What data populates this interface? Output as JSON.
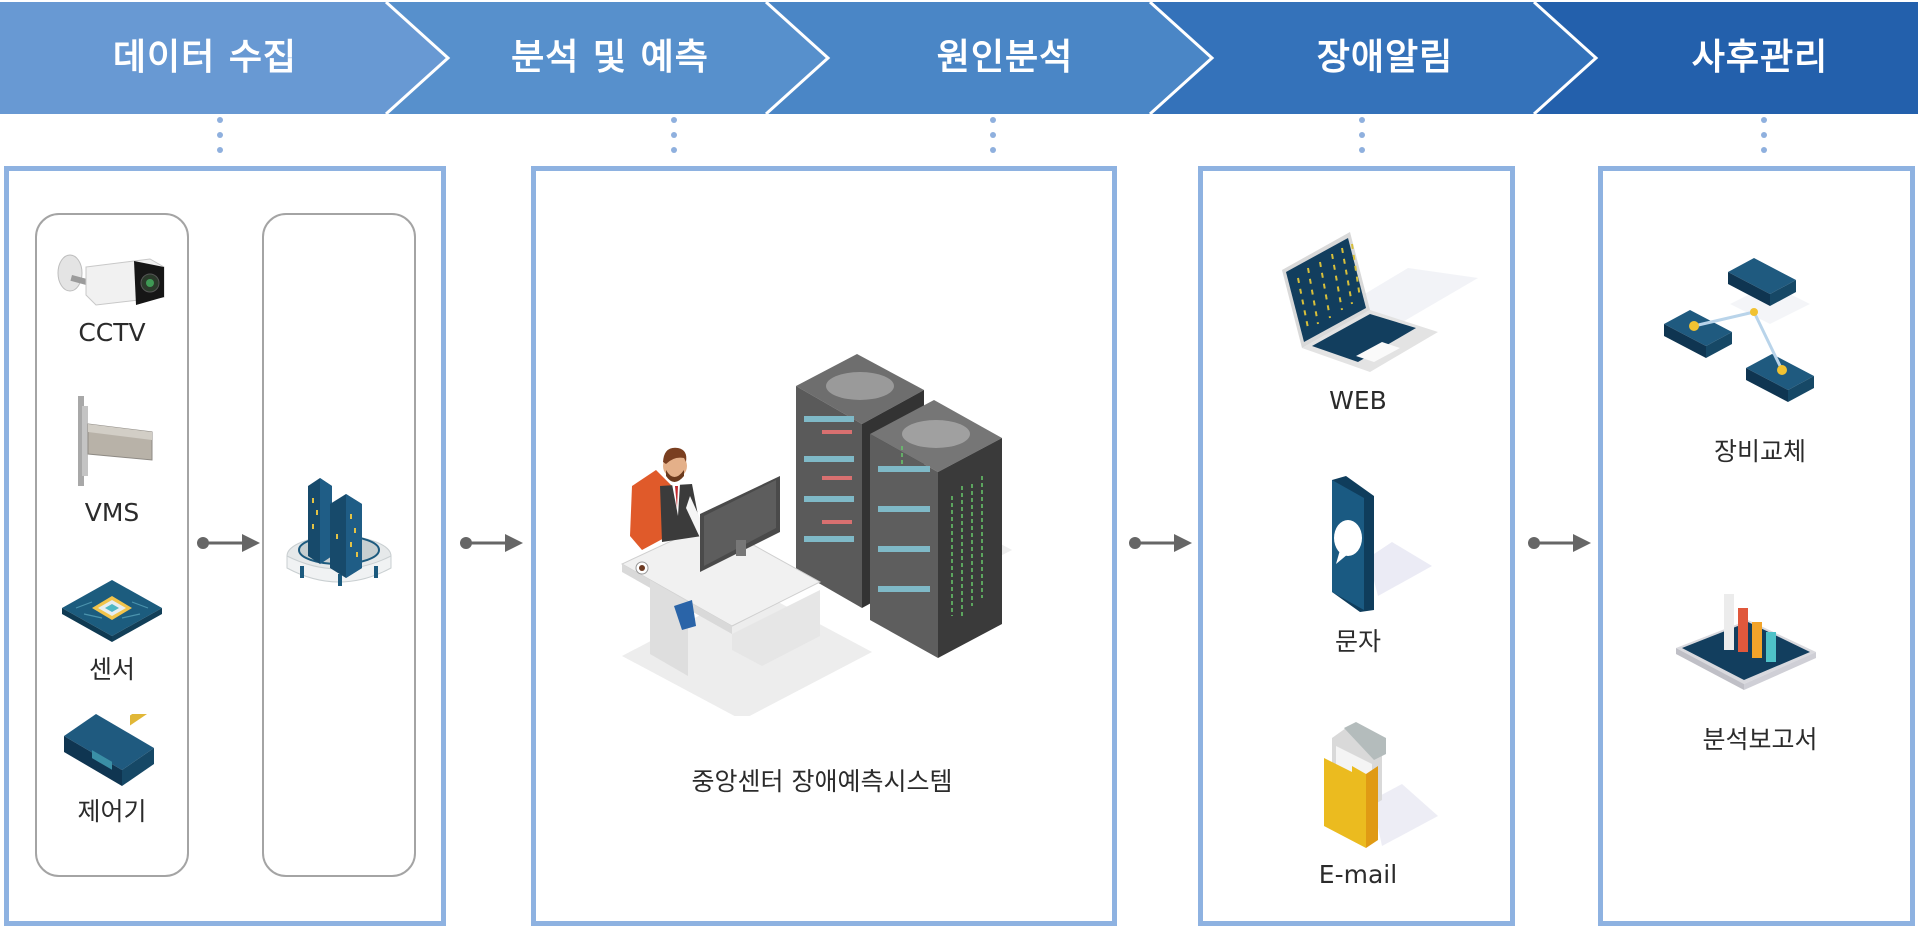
{
  "stages": [
    {
      "label": "데이터 수집"
    },
    {
      "label": "분석 및 예측"
    },
    {
      "label": "원인분석"
    },
    {
      "label": "장애알림"
    },
    {
      "label": "사후관리"
    }
  ],
  "colors": {
    "stage_fills": [
      "#6899d3",
      "#5790cc",
      "#4a86c6",
      "#3472ba",
      "#2360ac"
    ],
    "panel_border": "#8eb2e1",
    "connector_dots": "#8fb0de",
    "arrow": "#666666"
  },
  "collection": {
    "sources": [
      {
        "label": "CCTV",
        "icon": "cctv-camera-icon"
      },
      {
        "label": "VMS",
        "icon": "vms-sign-icon"
      },
      {
        "label": "센서",
        "icon": "sensor-chip-icon"
      },
      {
        "label": "제어기",
        "icon": "controller-box-icon"
      }
    ],
    "hub_icon": "data-hub-servers-icon"
  },
  "analysis": {
    "label": "중앙센터 장애예측시스템",
    "icon": "operator-server-room-icon"
  },
  "alerts": {
    "items": [
      {
        "label": "WEB",
        "icon": "laptop-icon"
      },
      {
        "label": "문자",
        "icon": "smartphone-message-icon"
      },
      {
        "label": "E-mail",
        "icon": "mail-folder-icon"
      }
    ]
  },
  "aftercare": {
    "items": [
      {
        "label": "장비교체",
        "icon": "network-devices-icon"
      },
      {
        "label": "분석보고서",
        "icon": "report-chart-tablet-icon"
      }
    ]
  }
}
